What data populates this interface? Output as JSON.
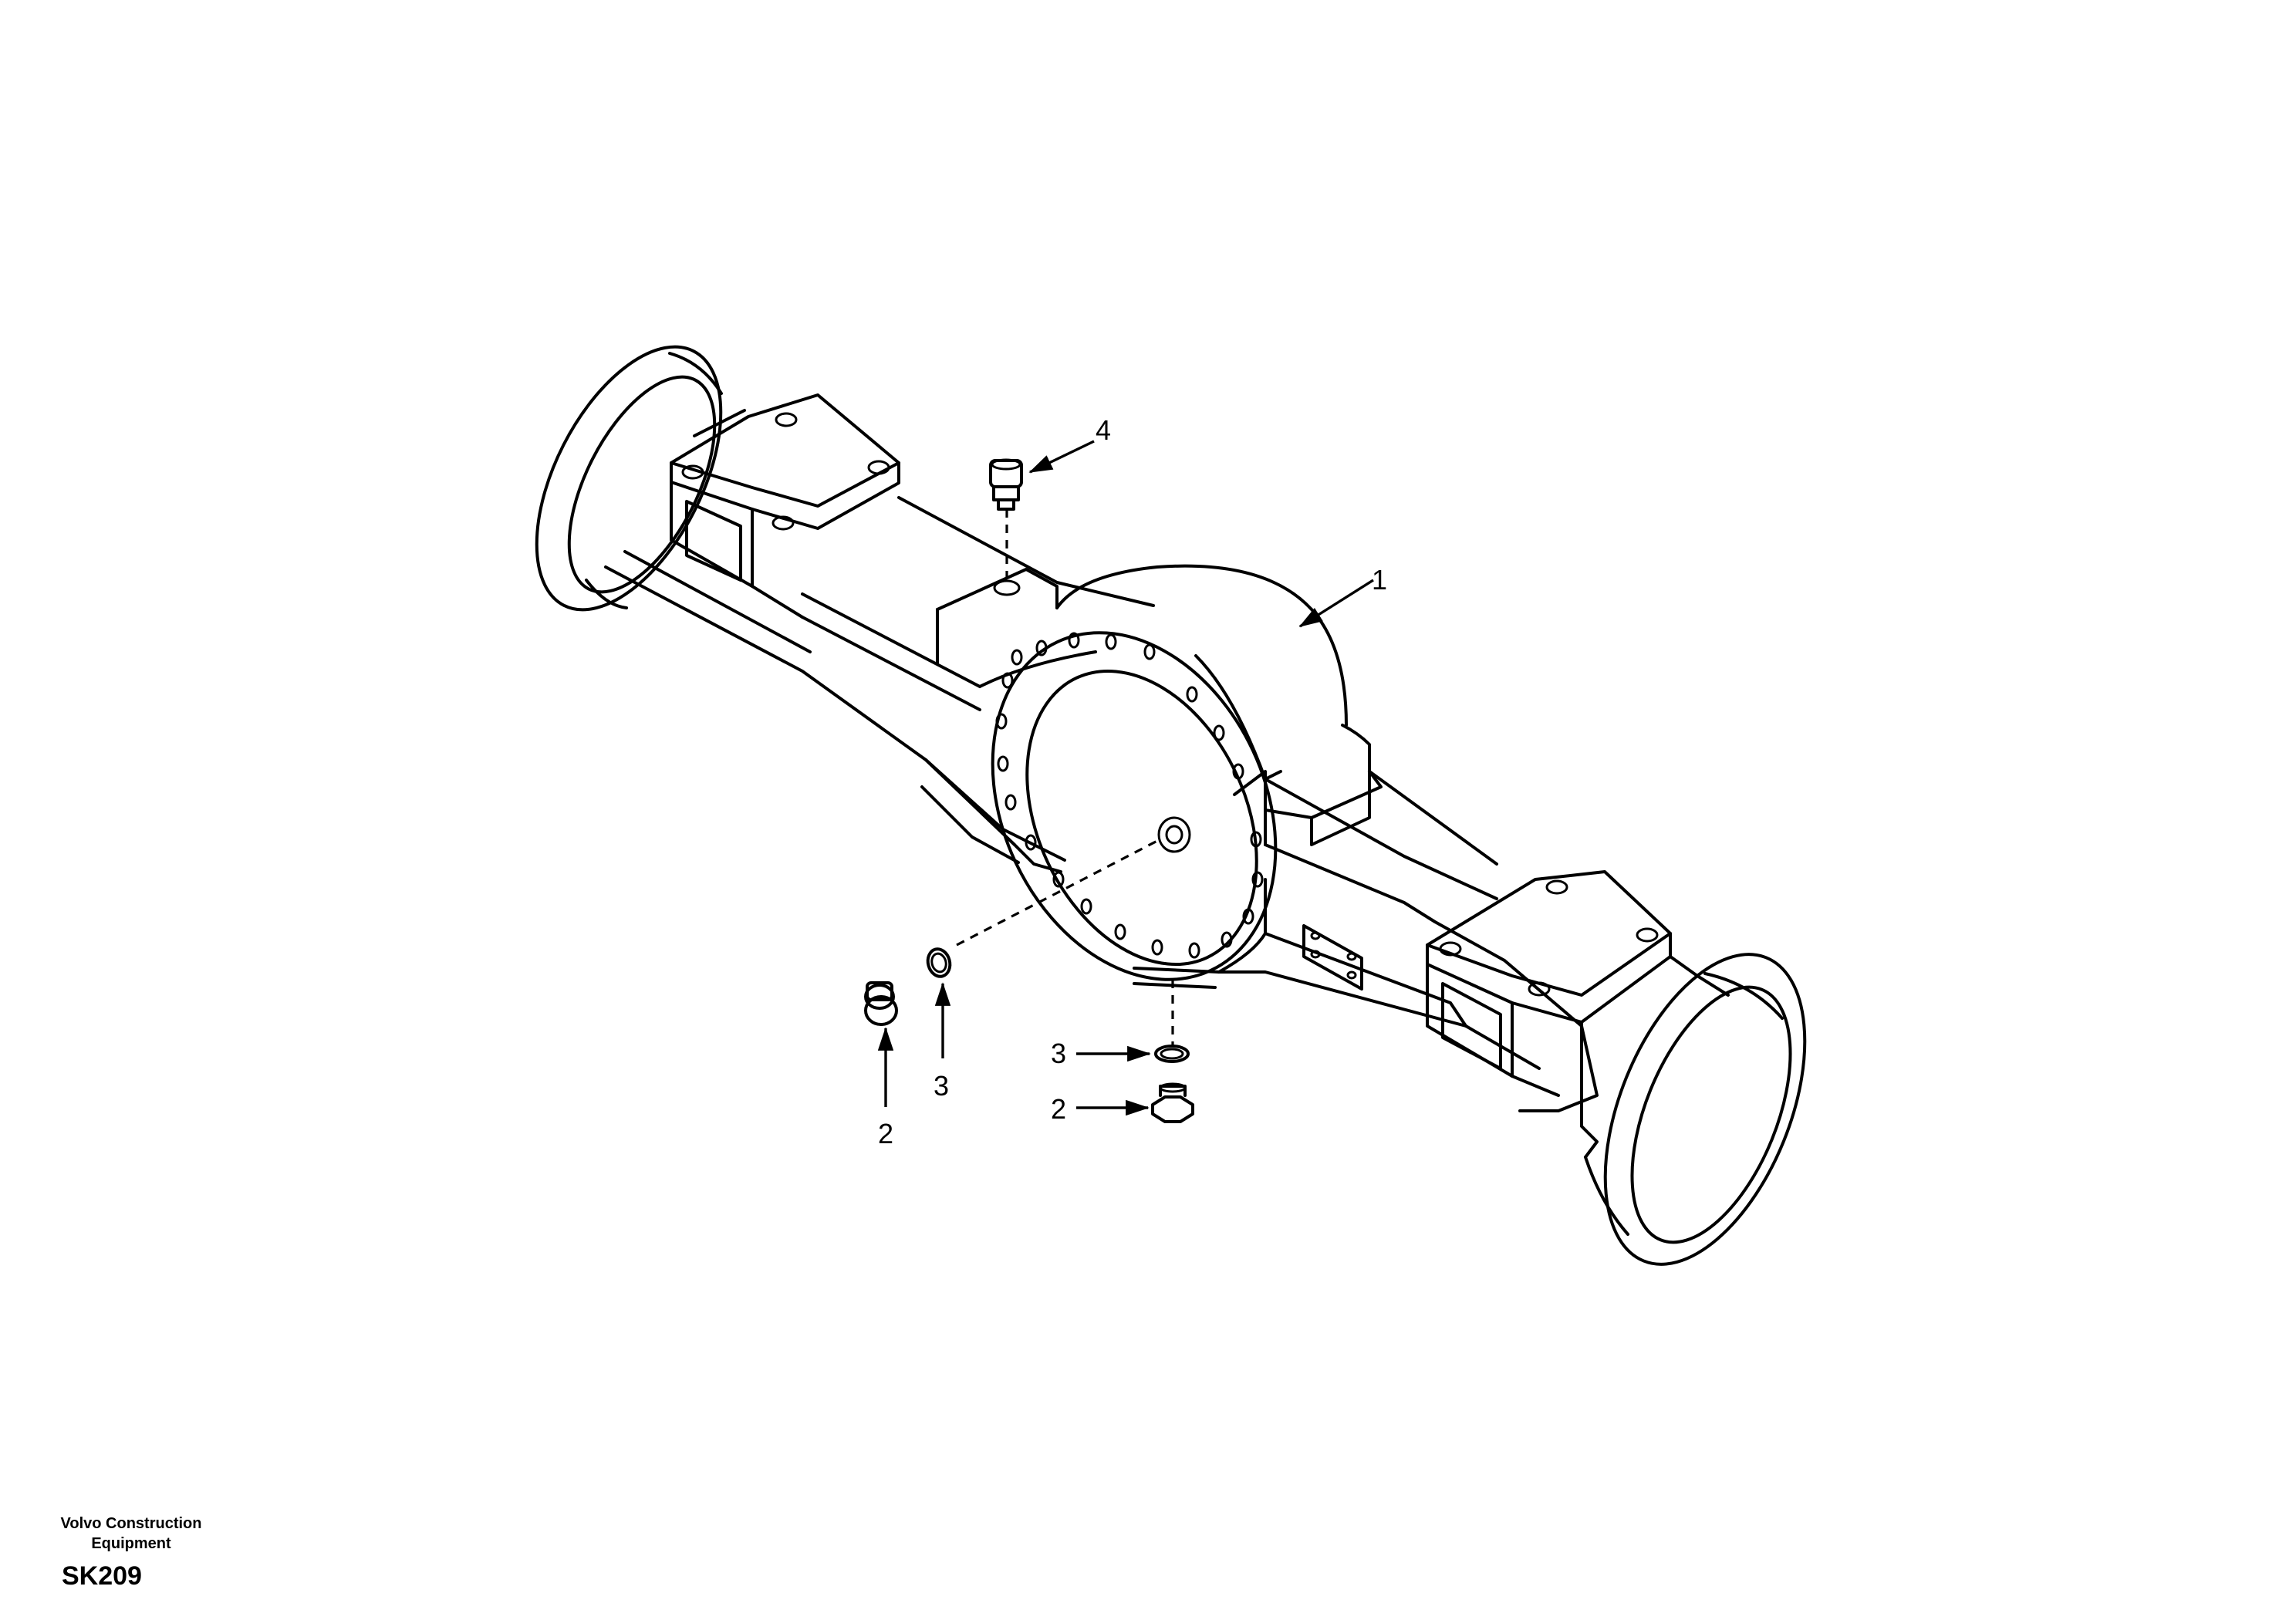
{
  "callouts": {
    "c1": "1",
    "c2a": "2",
    "c2b": "2",
    "c3a": "3",
    "c3b": "3",
    "c4": "4"
  },
  "footer": {
    "brand_line1": "Volvo Construction",
    "brand_line2": "Equipment",
    "code": "SK209"
  }
}
